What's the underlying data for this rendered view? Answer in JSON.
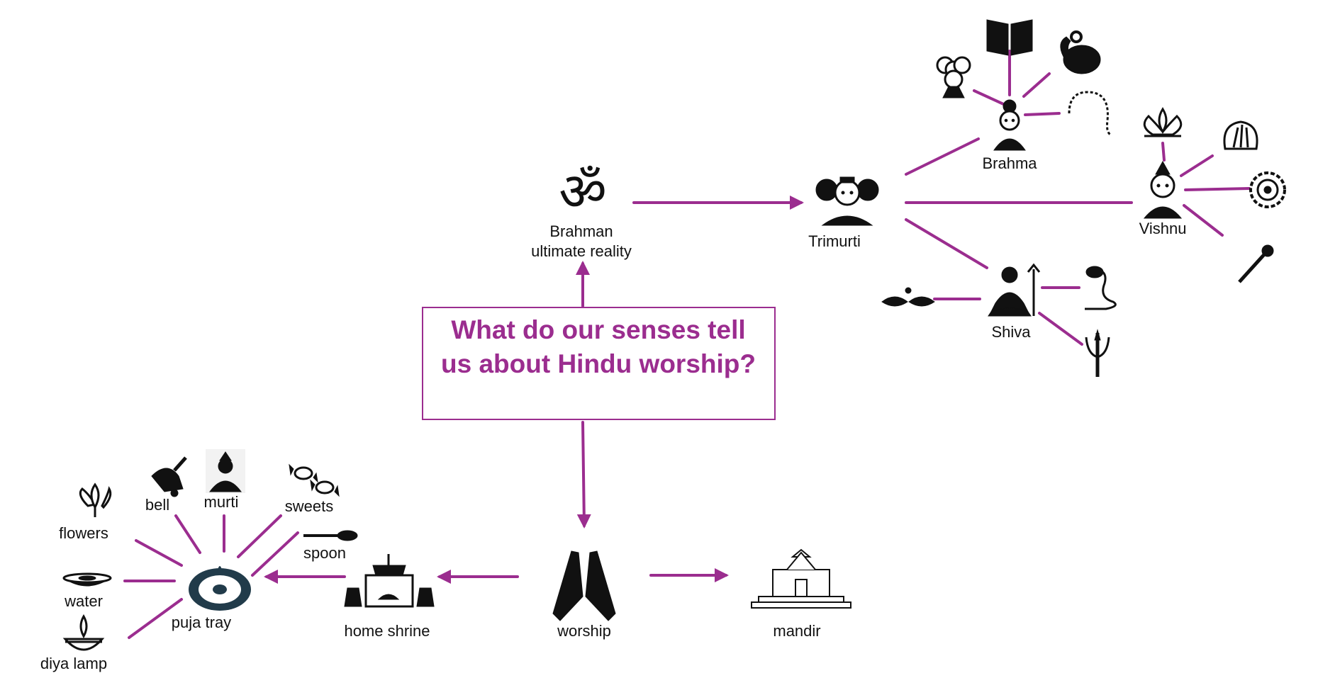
{
  "title": {
    "line1": "What do our senses tell",
    "line2": "us about Hindu worship?"
  },
  "nodes": {
    "brahman": {
      "line1": "Brahman",
      "line2": "ultimate reality",
      "icon": "om-icon"
    },
    "trimurti": {
      "label": "Trimurti",
      "icon": "trimurti-icon"
    },
    "brahma": {
      "label": "Brahma",
      "icon": "brahma-icon"
    },
    "vishnu": {
      "label": "Vishnu",
      "icon": "vishnu-icon"
    },
    "shiva": {
      "label": "Shiva",
      "icon": "shiva-icon"
    },
    "worship": {
      "label": "worship",
      "icon": "praying-hands-icon"
    },
    "mandir": {
      "label": "mandir",
      "icon": "temple-icon"
    },
    "home_shrine": {
      "label": "home shrine",
      "icon": "shrine-icon"
    },
    "puja_tray": {
      "label": "puja tray",
      "icon": "puja-tray-icon"
    },
    "flowers": {
      "label": "flowers",
      "icon": "lotus-icon"
    },
    "bell": {
      "label": "bell",
      "icon": "bell-icon"
    },
    "murti": {
      "label": "murti",
      "icon": "murti-icon"
    },
    "sweets": {
      "label": "sweets",
      "icon": "sweets-icon"
    },
    "spoon": {
      "label": "spoon",
      "icon": "spoon-icon"
    },
    "water": {
      "label": "water",
      "icon": "water-bowl-icon"
    },
    "diya_lamp": {
      "label": "diya lamp",
      "icon": "diya-lamp-icon"
    }
  },
  "symbols": {
    "brahma": [
      "four-faces-icon",
      "book-icon",
      "water-pot-icon",
      "prayer-beads-icon"
    ],
    "vishnu": [
      "lotus-icon",
      "conch-shell-icon",
      "chakra-icon",
      "mace-icon"
    ],
    "shiva": [
      "third-eye-icon",
      "snake-icon",
      "trident-icon"
    ]
  },
  "colors": {
    "accent": "#9b2d8f",
    "text": "#111111",
    "background": "#ffffff"
  }
}
